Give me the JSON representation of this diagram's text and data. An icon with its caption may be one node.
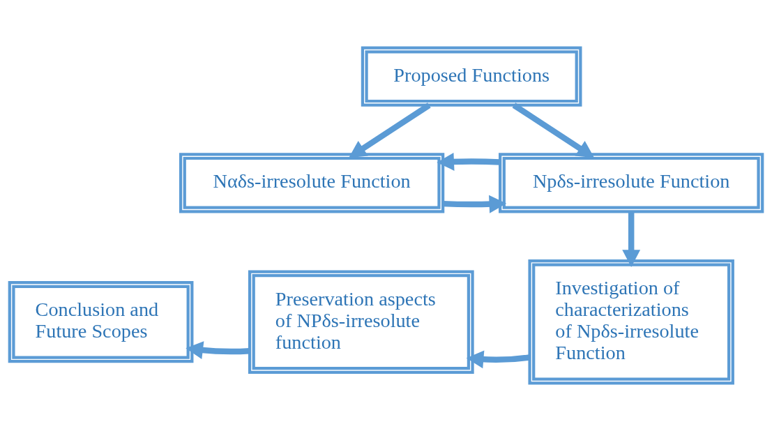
{
  "diagram": {
    "nodes": [
      {
        "text": [
          "Proposed Functions"
        ]
      },
      {
        "text": [
          "Nαδs-irresolute Function"
        ]
      },
      {
        "text": [
          "Npδs-irresolute Function"
        ]
      },
      {
        "text": [
          "Investigation of characterizations of Npδs-irresolute Function"
        ]
      },
      {
        "text": [
          "Preservation aspects of NPδs-irresolute function"
        ]
      },
      {
        "text": [
          "Conclusion and Future Scopes"
        ]
      }
    ],
    "edges": [
      {
        "from": 0,
        "to": 1,
        "arrow": "to"
      },
      {
        "from": 0,
        "to": 2,
        "arrow": "to"
      },
      {
        "from": 1,
        "to": 2,
        "arrow": "to"
      },
      {
        "from": 2,
        "to": 1,
        "arrow": "to"
      },
      {
        "from": 2,
        "to": 3,
        "arrow": "to"
      },
      {
        "from": 3,
        "to": 4,
        "arrow": "to"
      },
      {
        "from": 4,
        "to": 5,
        "arrow": "to"
      }
    ]
  }
}
